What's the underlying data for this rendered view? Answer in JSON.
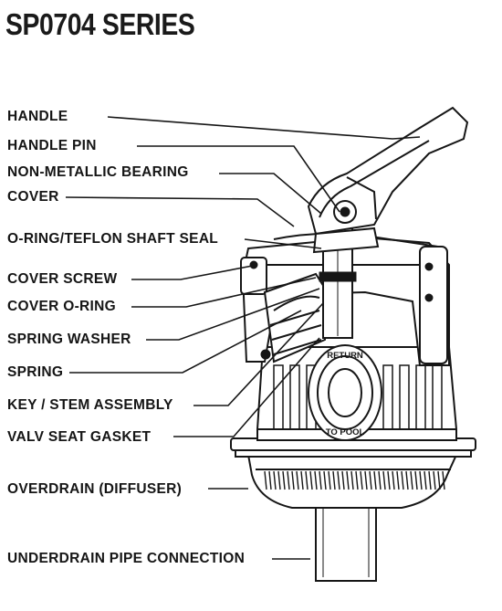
{
  "title": "SP0704 SERIES",
  "labels": [
    {
      "id": "handle",
      "text": "HANDLE"
    },
    {
      "id": "handle-pin",
      "text": "HANDLE PIN"
    },
    {
      "id": "non-metallic-bearing",
      "text": "NON-METALLIC BEARING"
    },
    {
      "id": "cover",
      "text": "COVER"
    },
    {
      "id": "o-ring-shaft-seal",
      "text": "O-RING/TEFLON SHAFT SEAL"
    },
    {
      "id": "cover-screw",
      "text": "COVER SCREW"
    },
    {
      "id": "cover-o-ring",
      "text": "COVER O-RING"
    },
    {
      "id": "spring-washer",
      "text": "SPRING WASHER"
    },
    {
      "id": "spring",
      "text": "SPRING"
    },
    {
      "id": "key-stem-assembly",
      "text": "KEY / STEM ASSEMBLY"
    },
    {
      "id": "valv-seat-gasket",
      "text": "VALV SEAT GASKET"
    },
    {
      "id": "overdrain",
      "text": "OVERDRAIN (DIFFUSER)"
    },
    {
      "id": "underdrain",
      "text": "UNDERDRAIN PIPE CONNECTION"
    }
  ],
  "port_label": {
    "top": "RETURN",
    "bottom": "TO POOL"
  }
}
